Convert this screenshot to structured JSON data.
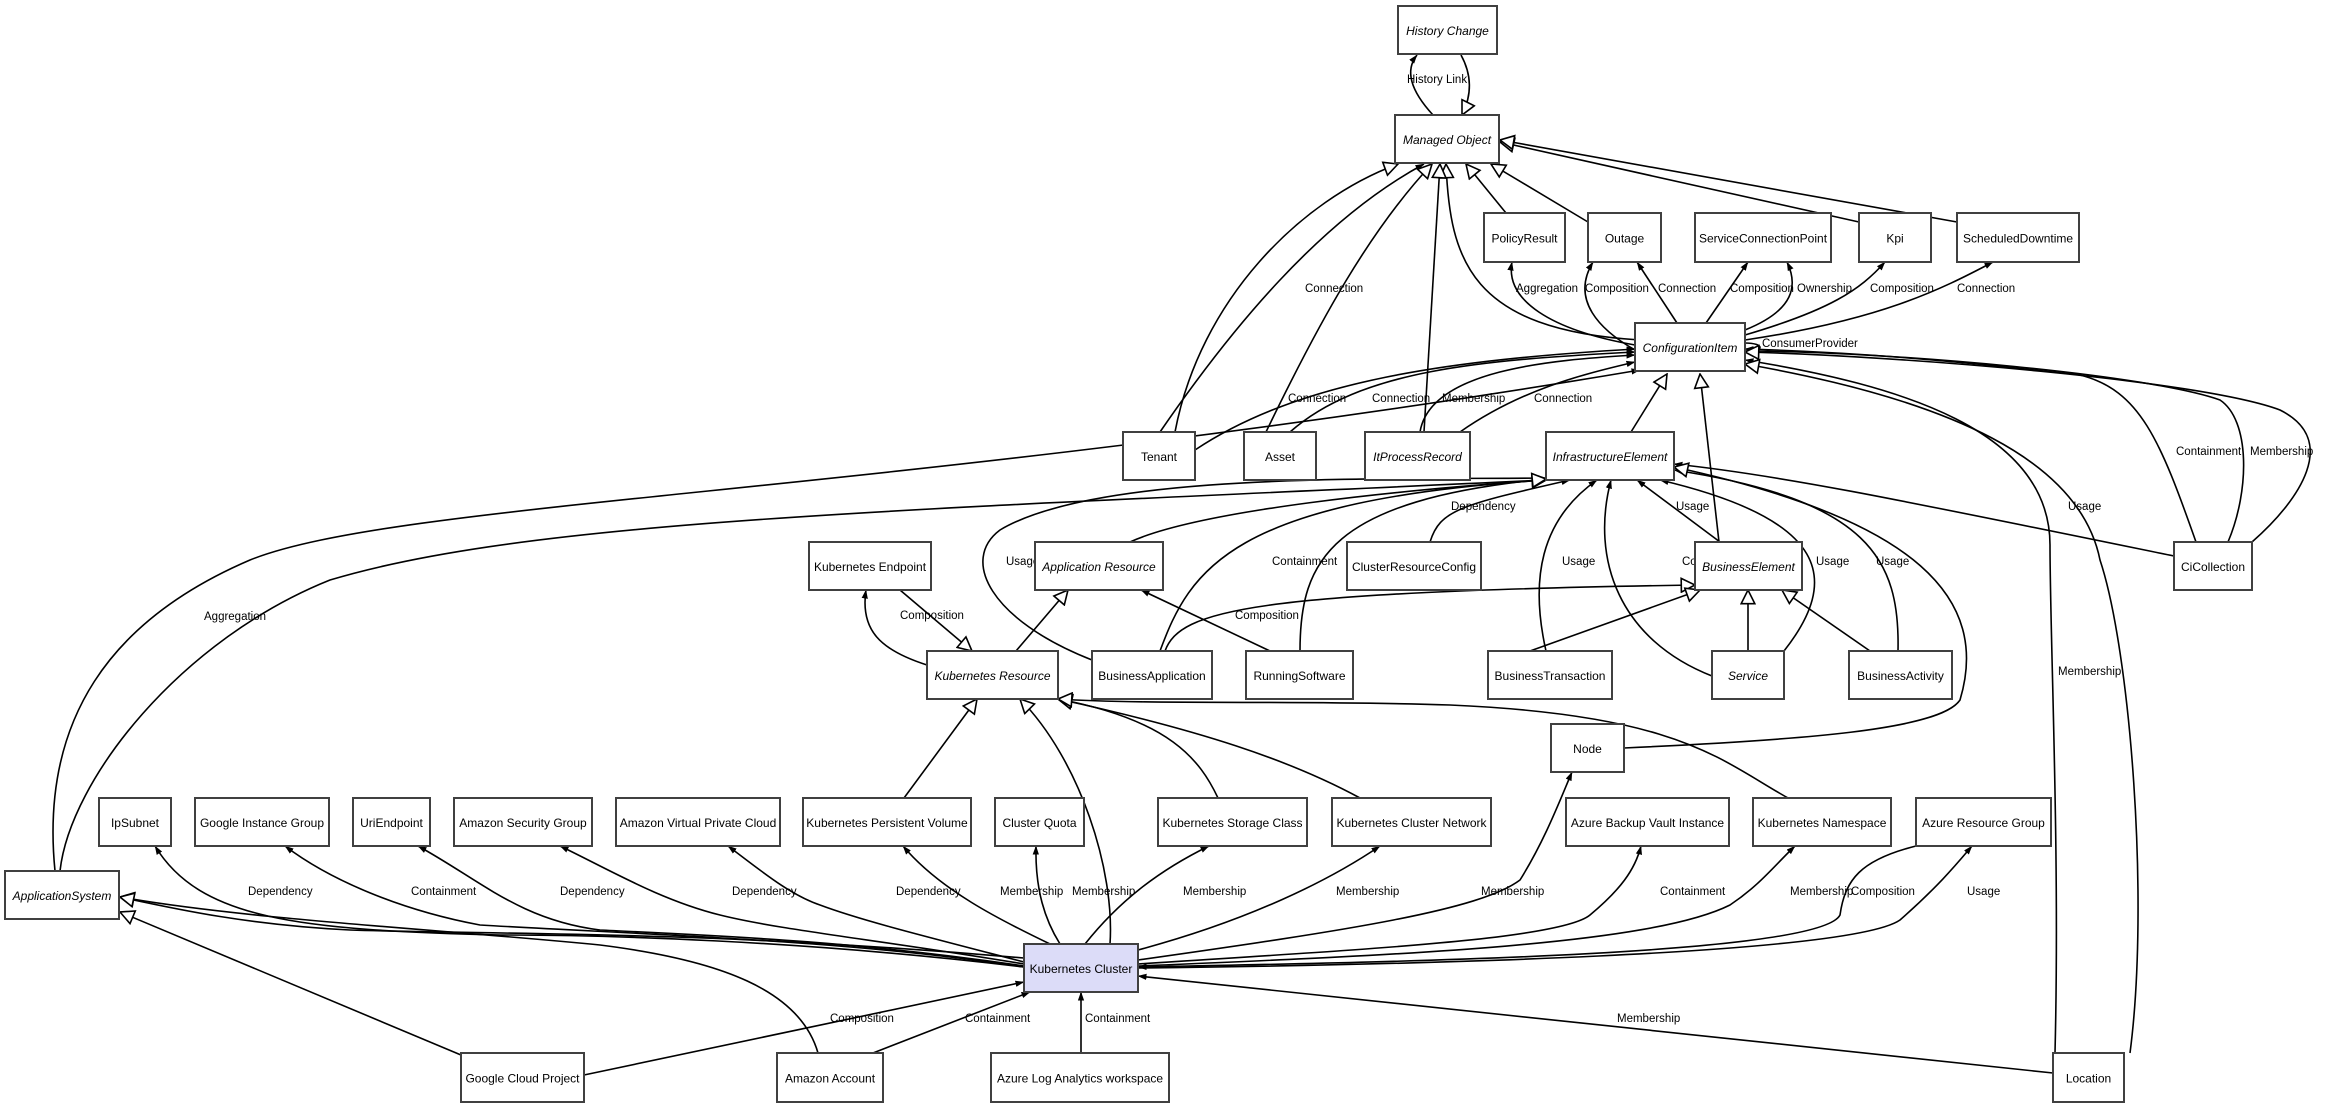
{
  "diagram": {
    "title": "Kubernetes Cluster class model",
    "highlight_color": "#dcdcf8",
    "selected_node": "Kubernetes Cluster",
    "nodes": [
      {
        "id": "history_change",
        "label": "History Change",
        "abstract": true
      },
      {
        "id": "managed_object",
        "label": "Managed Object",
        "abstract": true
      },
      {
        "id": "policy_result",
        "label": "PolicyResult",
        "abstract": false
      },
      {
        "id": "outage",
        "label": "Outage",
        "abstract": false
      },
      {
        "id": "service_connection_point",
        "label": "ServiceConnectionPoint",
        "abstract": false
      },
      {
        "id": "kpi",
        "label": "Kpi",
        "abstract": false
      },
      {
        "id": "scheduled_downtime",
        "label": "ScheduledDowntime",
        "abstract": false
      },
      {
        "id": "configuration_item",
        "label": "ConfigurationItem",
        "abstract": true
      },
      {
        "id": "tenant",
        "label": "Tenant",
        "abstract": false
      },
      {
        "id": "asset",
        "label": "Asset",
        "abstract": false
      },
      {
        "id": "it_process_record",
        "label": "ItProcessRecord",
        "abstract": true
      },
      {
        "id": "infrastructure_element",
        "label": "InfrastructureElement",
        "abstract": true
      },
      {
        "id": "kubernetes_endpoint",
        "label": "Kubernetes Endpoint",
        "abstract": false
      },
      {
        "id": "application_resource",
        "label": "Application Resource",
        "abstract": true
      },
      {
        "id": "cluster_resource_config",
        "label": "ClusterResourceConfig",
        "abstract": false
      },
      {
        "id": "business_element",
        "label": "BusinessElement",
        "abstract": true
      },
      {
        "id": "ci_collection",
        "label": "CiCollection",
        "abstract": false
      },
      {
        "id": "kubernetes_resource",
        "label": "Kubernetes Resource",
        "abstract": true
      },
      {
        "id": "business_application",
        "label": "BusinessApplication",
        "abstract": false
      },
      {
        "id": "running_software",
        "label": "RunningSoftware",
        "abstract": false
      },
      {
        "id": "business_transaction",
        "label": "BusinessTransaction",
        "abstract": false
      },
      {
        "id": "service",
        "label": "Service",
        "abstract": true
      },
      {
        "id": "business_activity",
        "label": "BusinessActivity",
        "abstract": false
      },
      {
        "id": "node",
        "label": "Node",
        "abstract": false
      },
      {
        "id": "ip_subnet",
        "label": "IpSubnet",
        "abstract": false
      },
      {
        "id": "google_instance_group",
        "label": "Google Instance Group",
        "abstract": false
      },
      {
        "id": "uri_endpoint",
        "label": "UriEndpoint",
        "abstract": false
      },
      {
        "id": "amazon_security_group",
        "label": "Amazon Security Group",
        "abstract": false
      },
      {
        "id": "amazon_vpc",
        "label": "Amazon Virtual Private Cloud",
        "abstract": false
      },
      {
        "id": "k8s_persistent_volume",
        "label": "Kubernetes Persistent Volume",
        "abstract": false
      },
      {
        "id": "cluster_quota",
        "label": "Cluster Quota",
        "abstract": false
      },
      {
        "id": "k8s_storage_class",
        "label": "Kubernetes Storage Class",
        "abstract": false
      },
      {
        "id": "k8s_cluster_network",
        "label": "Kubernetes Cluster Network",
        "abstract": false
      },
      {
        "id": "azure_backup_vault",
        "label": "Azure Backup Vault Instance",
        "abstract": false
      },
      {
        "id": "k8s_namespace",
        "label": "Kubernetes Namespace",
        "abstract": false
      },
      {
        "id": "azure_resource_group",
        "label": "Azure Resource Group",
        "abstract": false
      },
      {
        "id": "application_system",
        "label": "ApplicationSystem",
        "abstract": true
      },
      {
        "id": "kubernetes_cluster",
        "label": "Kubernetes Cluster",
        "abstract": false,
        "highlight": true
      },
      {
        "id": "google_cloud_project",
        "label": "Google Cloud Project",
        "abstract": false
      },
      {
        "id": "amazon_account",
        "label": "Amazon Account",
        "abstract": false
      },
      {
        "id": "azure_log_analytics",
        "label": "Azure Log Analytics workspace",
        "abstract": false
      },
      {
        "id": "location",
        "label": "Location",
        "abstract": false
      }
    ],
    "edges": [
      {
        "id": "e1",
        "from": "managed_object",
        "to": "history_change",
        "kind": "association",
        "label": "History Link"
      },
      {
        "id": "e2",
        "from": "history_change",
        "to": "managed_object",
        "kind": "inheritance",
        "label": ""
      },
      {
        "id": "e3",
        "from": "policy_result",
        "to": "managed_object",
        "kind": "inheritance",
        "label": ""
      },
      {
        "id": "e4",
        "from": "outage",
        "to": "managed_object",
        "kind": "inheritance",
        "label": ""
      },
      {
        "id": "e5",
        "from": "kpi",
        "to": "managed_object",
        "kind": "inheritance",
        "label": ""
      },
      {
        "id": "e6",
        "from": "scheduled_downtime",
        "to": "managed_object",
        "kind": "inheritance",
        "label": ""
      },
      {
        "id": "e7",
        "from": "configuration_item",
        "to": "managed_object",
        "kind": "inheritance",
        "label": ""
      },
      {
        "id": "e8",
        "from": "tenant",
        "to": "managed_object",
        "kind": "inheritance",
        "label": ""
      },
      {
        "id": "e9",
        "from": "tenant",
        "to": "managed_object",
        "kind": "association",
        "label": "Connection"
      },
      {
        "id": "e10",
        "from": "asset",
        "to": "managed_object",
        "kind": "inheritance",
        "label": ""
      },
      {
        "id": "e11",
        "from": "it_process_record",
        "to": "managed_object",
        "kind": "inheritance",
        "label": ""
      },
      {
        "id": "e12",
        "from": "configuration_item",
        "to": "policy_result",
        "kind": "association",
        "label": "Aggregation"
      },
      {
        "id": "e13",
        "from": "configuration_item",
        "to": "outage",
        "kind": "association",
        "label": "Composition"
      },
      {
        "id": "e14",
        "from": "configuration_item",
        "to": "outage",
        "kind": "association",
        "label": "Connection"
      },
      {
        "id": "e15",
        "from": "configuration_item",
        "to": "service_connection_point",
        "kind": "association",
        "label": "Composition"
      },
      {
        "id": "e16",
        "from": "configuration_item",
        "to": "service_connection_point",
        "kind": "association",
        "label": "Ownership"
      },
      {
        "id": "e17",
        "from": "configuration_item",
        "to": "kpi",
        "kind": "association",
        "label": "Composition"
      },
      {
        "id": "e18",
        "from": "configuration_item",
        "to": "scheduled_downtime",
        "kind": "association",
        "label": "Connection"
      },
      {
        "id": "e19",
        "from": "configuration_item",
        "to": "configuration_item",
        "kind": "association",
        "label": "ConsumerProvider"
      },
      {
        "id": "e20",
        "from": "tenant",
        "to": "configuration_item",
        "kind": "association",
        "label": "Connection"
      },
      {
        "id": "e21",
        "from": "asset",
        "to": "configuration_item",
        "kind": "association",
        "label": "Connection"
      },
      {
        "id": "e22",
        "from": "it_process_record",
        "to": "configuration_item",
        "kind": "association",
        "label": "Membership"
      },
      {
        "id": "e23",
        "from": "it_process_record",
        "to": "configuration_item",
        "kind": "association",
        "label": "Connection"
      },
      {
        "id": "e24",
        "from": "infrastructure_element",
        "to": "configuration_item",
        "kind": "inheritance",
        "label": ""
      },
      {
        "id": "e25",
        "from": "business_element",
        "to": "configuration_item",
        "kind": "inheritance",
        "label": ""
      },
      {
        "id": "e26",
        "from": "ci_collection",
        "to": "configuration_item",
        "kind": "association",
        "label": "Containment"
      },
      {
        "id": "e27",
        "from": "ci_collection",
        "to": "configuration_item",
        "kind": "association",
        "label": "Membership"
      },
      {
        "id": "e28",
        "from": "ci_collection",
        "to": "configuration_item",
        "kind": "inheritance",
        "label": ""
      },
      {
        "id": "e29",
        "from": "location",
        "to": "configuration_item",
        "kind": "association",
        "label": "Membership"
      },
      {
        "id": "e30",
        "from": "location",
        "to": "configuration_item",
        "kind": "inheritance",
        "label": ""
      },
      {
        "id": "e31",
        "from": "application_system",
        "to": "configuration_item",
        "kind": "association",
        "label": "Aggregation"
      },
      {
        "id": "e32",
        "from": "application_system",
        "to": "infrastructure_element",
        "kind": "inheritance",
        "label": ""
      },
      {
        "id": "e33",
        "from": "ci_collection",
        "to": "infrastructure_element",
        "kind": "association",
        "label": "Usage"
      },
      {
        "id": "e34",
        "from": "application_resource",
        "to": "infrastructure_element",
        "kind": "inheritance",
        "label": ""
      },
      {
        "id": "e35",
        "from": "business_application",
        "to": "infrastructure_element",
        "kind": "association",
        "label": "Usage"
      },
      {
        "id": "e36",
        "from": "business_application",
        "to": "infrastructure_element",
        "kind": "association",
        "label": "Containment"
      },
      {
        "id": "e37",
        "from": "running_software",
        "to": "infrastructure_element",
        "kind": "inheritance",
        "label": ""
      },
      {
        "id": "e38",
        "from": "cluster_resource_config",
        "to": "infrastructure_element",
        "kind": "association",
        "label": "Dependency"
      },
      {
        "id": "e39",
        "from": "business_transaction",
        "to": "infrastructure_element",
        "kind": "association",
        "label": "Usage"
      },
      {
        "id": "e40",
        "from": "service",
        "to": "infrastructure_element",
        "kind": "association",
        "label": "Containment"
      },
      {
        "id": "e41",
        "from": "business_element",
        "to": "infrastructure_element",
        "kind": "association",
        "label": "Usage"
      },
      {
        "id": "e42",
        "from": "service",
        "to": "infrastructure_element",
        "kind": "association",
        "label": "Usage"
      },
      {
        "id": "e43",
        "from": "business_activity",
        "to": "infrastructure_element",
        "kind": "association",
        "label": "Usage"
      },
      {
        "id": "e44",
        "from": "node",
        "to": "infrastructure_element",
        "kind": "inheritance",
        "label": ""
      },
      {
        "id": "e45",
        "from": "kubernetes_resource",
        "to": "application_resource",
        "kind": "inheritance",
        "label": ""
      },
      {
        "id": "e46",
        "from": "kubernetes_endpoint",
        "to": "kubernetes_resource",
        "kind": "inheritance",
        "label": ""
      },
      {
        "id": "e47",
        "from": "kubernetes_resource",
        "to": "kubernetes_endpoint",
        "kind": "association",
        "label": "Composition"
      },
      {
        "id": "e48",
        "from": "running_software",
        "to": "application_resource",
        "kind": "association",
        "label": "Composition"
      },
      {
        "id": "e49",
        "from": "business_application",
        "to": "business_element",
        "kind": "inheritance",
        "label": ""
      },
      {
        "id": "e50",
        "from": "business_transaction",
        "to": "business_element",
        "kind": "inheritance",
        "label": ""
      },
      {
        "id": "e51",
        "from": "service",
        "to": "business_element",
        "kind": "inheritance",
        "label": ""
      },
      {
        "id": "e52",
        "from": "business_activity",
        "to": "business_element",
        "kind": "inheritance",
        "label": ""
      },
      {
        "id": "e53",
        "from": "k8s_persistent_volume",
        "to": "kubernetes_resource",
        "kind": "inheritance",
        "label": ""
      },
      {
        "id": "e54",
        "from": "kubernetes_cluster",
        "to": "kubernetes_resource",
        "kind": "inheritance",
        "label": ""
      },
      {
        "id": "e55",
        "from": "k8s_storage_class",
        "to": "kubernetes_resource",
        "kind": "inheritance",
        "label": ""
      },
      {
        "id": "e56",
        "from": "k8s_cluster_network",
        "to": "kubernetes_resource",
        "kind": "inheritance",
        "label": ""
      },
      {
        "id": "e57",
        "from": "k8s_namespace",
        "to": "kubernetes_resource",
        "kind": "inheritance",
        "label": ""
      },
      {
        "id": "e58",
        "from": "kubernetes_cluster",
        "to": "ip_subnet",
        "kind": "association",
        "label": "Dependency"
      },
      {
        "id": "e59",
        "from": "kubernetes_cluster",
        "to": "google_instance_group",
        "kind": "association",
        "label": "Containment"
      },
      {
        "id": "e60",
        "from": "kubernetes_cluster",
        "to": "uri_endpoint",
        "kind": "association",
        "label": "Dependency"
      },
      {
        "id": "e61",
        "from": "kubernetes_cluster",
        "to": "amazon_security_group",
        "kind": "association",
        "label": "Dependency"
      },
      {
        "id": "e62",
        "from": "kubernetes_cluster",
        "to": "amazon_vpc",
        "kind": "association",
        "label": "Dependency"
      },
      {
        "id": "e63",
        "from": "kubernetes_cluster",
        "to": "k8s_persistent_volume",
        "kind": "association",
        "label": "Membership"
      },
      {
        "id": "e64",
        "from": "kubernetes_cluster",
        "to": "cluster_quota",
        "kind": "association",
        "label": "Membership"
      },
      {
        "id": "e65",
        "from": "kubernetes_cluster",
        "to": "k8s_storage_class",
        "kind": "association",
        "label": "Membership"
      },
      {
        "id": "e66",
        "from": "kubernetes_cluster",
        "to": "k8s_cluster_network",
        "kind": "association",
        "label": "Membership"
      },
      {
        "id": "e67",
        "from": "kubernetes_cluster",
        "to": "node",
        "kind": "association",
        "label": "Membership"
      },
      {
        "id": "e68",
        "from": "kubernetes_cluster",
        "to": "azure_backup_vault",
        "kind": "association",
        "label": "Containment"
      },
      {
        "id": "e69",
        "from": "kubernetes_cluster",
        "to": "k8s_namespace",
        "kind": "association",
        "label": "Membership"
      },
      {
        "id": "e70",
        "from": "azure_resource_group",
        "to": "kubernetes_cluster",
        "kind": "association",
        "label": "Composition"
      },
      {
        "id": "e71",
        "from": "kubernetes_cluster",
        "to": "azure_resource_group",
        "kind": "association",
        "label": "Usage"
      },
      {
        "id": "e72",
        "from": "google_cloud_project",
        "to": "kubernetes_cluster",
        "kind": "association",
        "label": "Composition"
      },
      {
        "id": "e73",
        "from": "amazon_account",
        "to": "kubernetes_cluster",
        "kind": "association",
        "label": "Containment"
      },
      {
        "id": "e74",
        "from": "azure_log_analytics",
        "to": "kubernetes_cluster",
        "kind": "association",
        "label": "Containment"
      },
      {
        "id": "e75",
        "from": "location",
        "to": "kubernetes_cluster",
        "kind": "association",
        "label": "Membership"
      },
      {
        "id": "e76",
        "from": "google_cloud_project",
        "to": "application_system",
        "kind": "inheritance",
        "label": ""
      },
      {
        "id": "e77",
        "from": "amazon_account",
        "to": "application_system",
        "kind": "inheritance",
        "label": ""
      },
      {
        "id": "e78",
        "from": "kubernetes_cluster",
        "to": "application_system",
        "kind": "inheritance",
        "label": ""
      }
    ]
  }
}
